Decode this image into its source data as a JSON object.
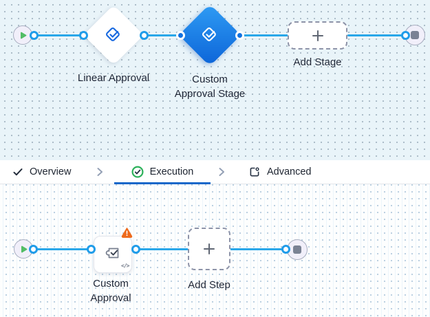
{
  "colors": {
    "edge_blue": "#29a7e9",
    "handle_blue": "#1f9ce9",
    "selected_diamond_gradient_start": "#2f9cf4",
    "selected_diamond_gradient_end": "#0c64d8",
    "approval_icon_blue": "#1a6ae0",
    "active_tab_underline": "#1667c9",
    "success_green": "#2cb15a",
    "play_green": "#53bd66",
    "warning_orange": "#ee6a1c",
    "stop_gray": "#7a8294"
  },
  "icons": {
    "start": "play-icon",
    "end": "stop-icon",
    "approval": "seal-check-icon",
    "add": "plus-icon",
    "overview": "check-icon",
    "execution": "check-circle-icon",
    "advanced": "page-gear-icon",
    "separator": "chevron-right-icon",
    "step": "puzzle-check-icon",
    "warning": "warning-triangle-icon",
    "code": "code-icon"
  },
  "stage_canvas": {
    "stages": [
      {
        "label": "Linear Approval",
        "selected": false
      },
      {
        "label_lines": [
          "Custom",
          "Approval Stage"
        ],
        "selected": true
      }
    ],
    "add_stage_label": "Add Stage"
  },
  "tab_bar": {
    "tabs": [
      {
        "label": "Overview",
        "active": false
      },
      {
        "label": "Execution",
        "active": true
      },
      {
        "label": "Advanced",
        "active": false
      }
    ]
  },
  "step_canvas": {
    "steps": [
      {
        "label_lines": [
          "Custom",
          "Approval"
        ],
        "has_warning": true,
        "code_glyph": "</>"
      }
    ],
    "add_step_label": "Add Step"
  }
}
